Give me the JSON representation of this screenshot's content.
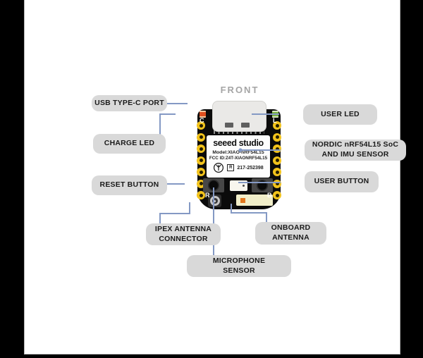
{
  "page": {
    "front_label": "FRONT"
  },
  "board": {
    "logo": "seeed studio",
    "model": "Model:XIAO-nRF54L15",
    "fcc_id": "FCC ID:Z4T-XIAONRF54L15",
    "cert_r_mark": "R",
    "cert_number": "217-252398",
    "charge_led_pin_label": "C",
    "user_led_pin_label": "L",
    "reset_button_pin_label": "R",
    "user_button_pin_label": "B"
  },
  "callouts": {
    "usb_type_c_port": "USB TYPE-C PORT",
    "charge_led": "CHARGE LED",
    "reset_button": "RESET BUTTON",
    "user_led": "USER LED",
    "nordic_soc": "NORDIC nRF54L15 SoC\nAND IMU SENSOR",
    "user_button": "USER BUTTON",
    "ipex_antenna_connector": "IPEX ANTENNA\nCONNECTOR",
    "onboard_antenna": "ONBOARD\nANTENNA",
    "microphone_sensor": "MICROPHONE\nSENSOR"
  },
  "colors": {
    "letterbox": "#000000",
    "page_bg": "#ffffff",
    "pill_bg": "#d9d9d9",
    "pill_text": "#1b1b1b",
    "leader_line": "#8499c4",
    "board": "#0b0b0b",
    "pad_gold": "#f2c31c",
    "charge_led": "#df4f1f",
    "user_led": "#79b23f",
    "usb_shell": "#eae9e7",
    "antenna": "#f1eec9",
    "antenna_feed": "#e2761d",
    "front_text": "#a5a5a5"
  }
}
